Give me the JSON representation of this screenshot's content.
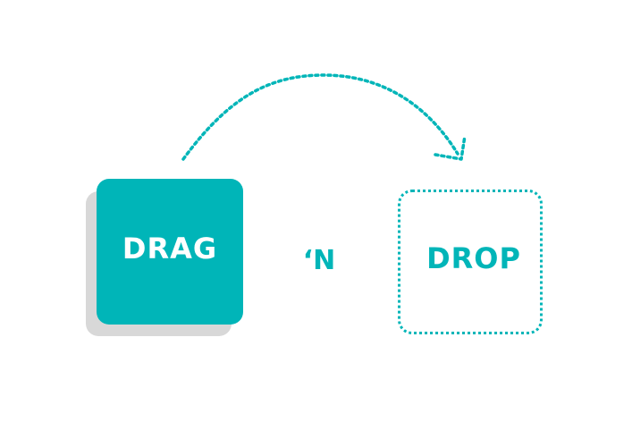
{
  "drag": {
    "label": "DRAG"
  },
  "connector": {
    "label": "‘N"
  },
  "drop": {
    "label": "DROP"
  },
  "colors": {
    "accent": "#00b5b8",
    "shadow": "#d8d8d8",
    "background": "#ffffff",
    "text_on_accent": "#ffffff"
  },
  "icons": {
    "arrow": "curved-dotted-arrow-icon"
  }
}
